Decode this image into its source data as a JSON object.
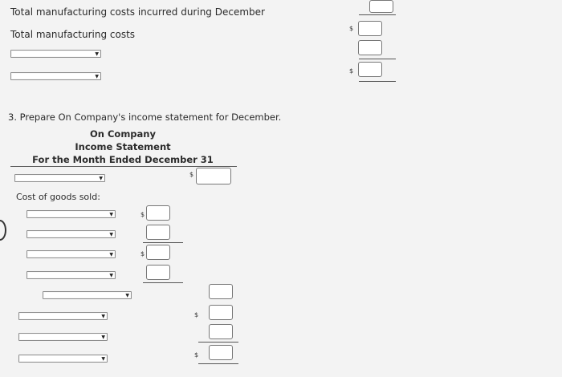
{
  "top": {
    "line1_label": "Total manufacturing costs incurred during December",
    "line2_label": "Total manufacturing costs",
    "currency": "$",
    "dropdown_1_value": "",
    "dropdown_2_value": ""
  },
  "question": {
    "text": "3. Prepare On Company's income statement for December."
  },
  "statement": {
    "company": "On Company",
    "title": "Income Statement",
    "period": "For the Month Ended December 31",
    "cogs_label": "Cost of goods sold:",
    "currency": "$"
  },
  "icons": {
    "dropdown_arrow": "▼"
  }
}
